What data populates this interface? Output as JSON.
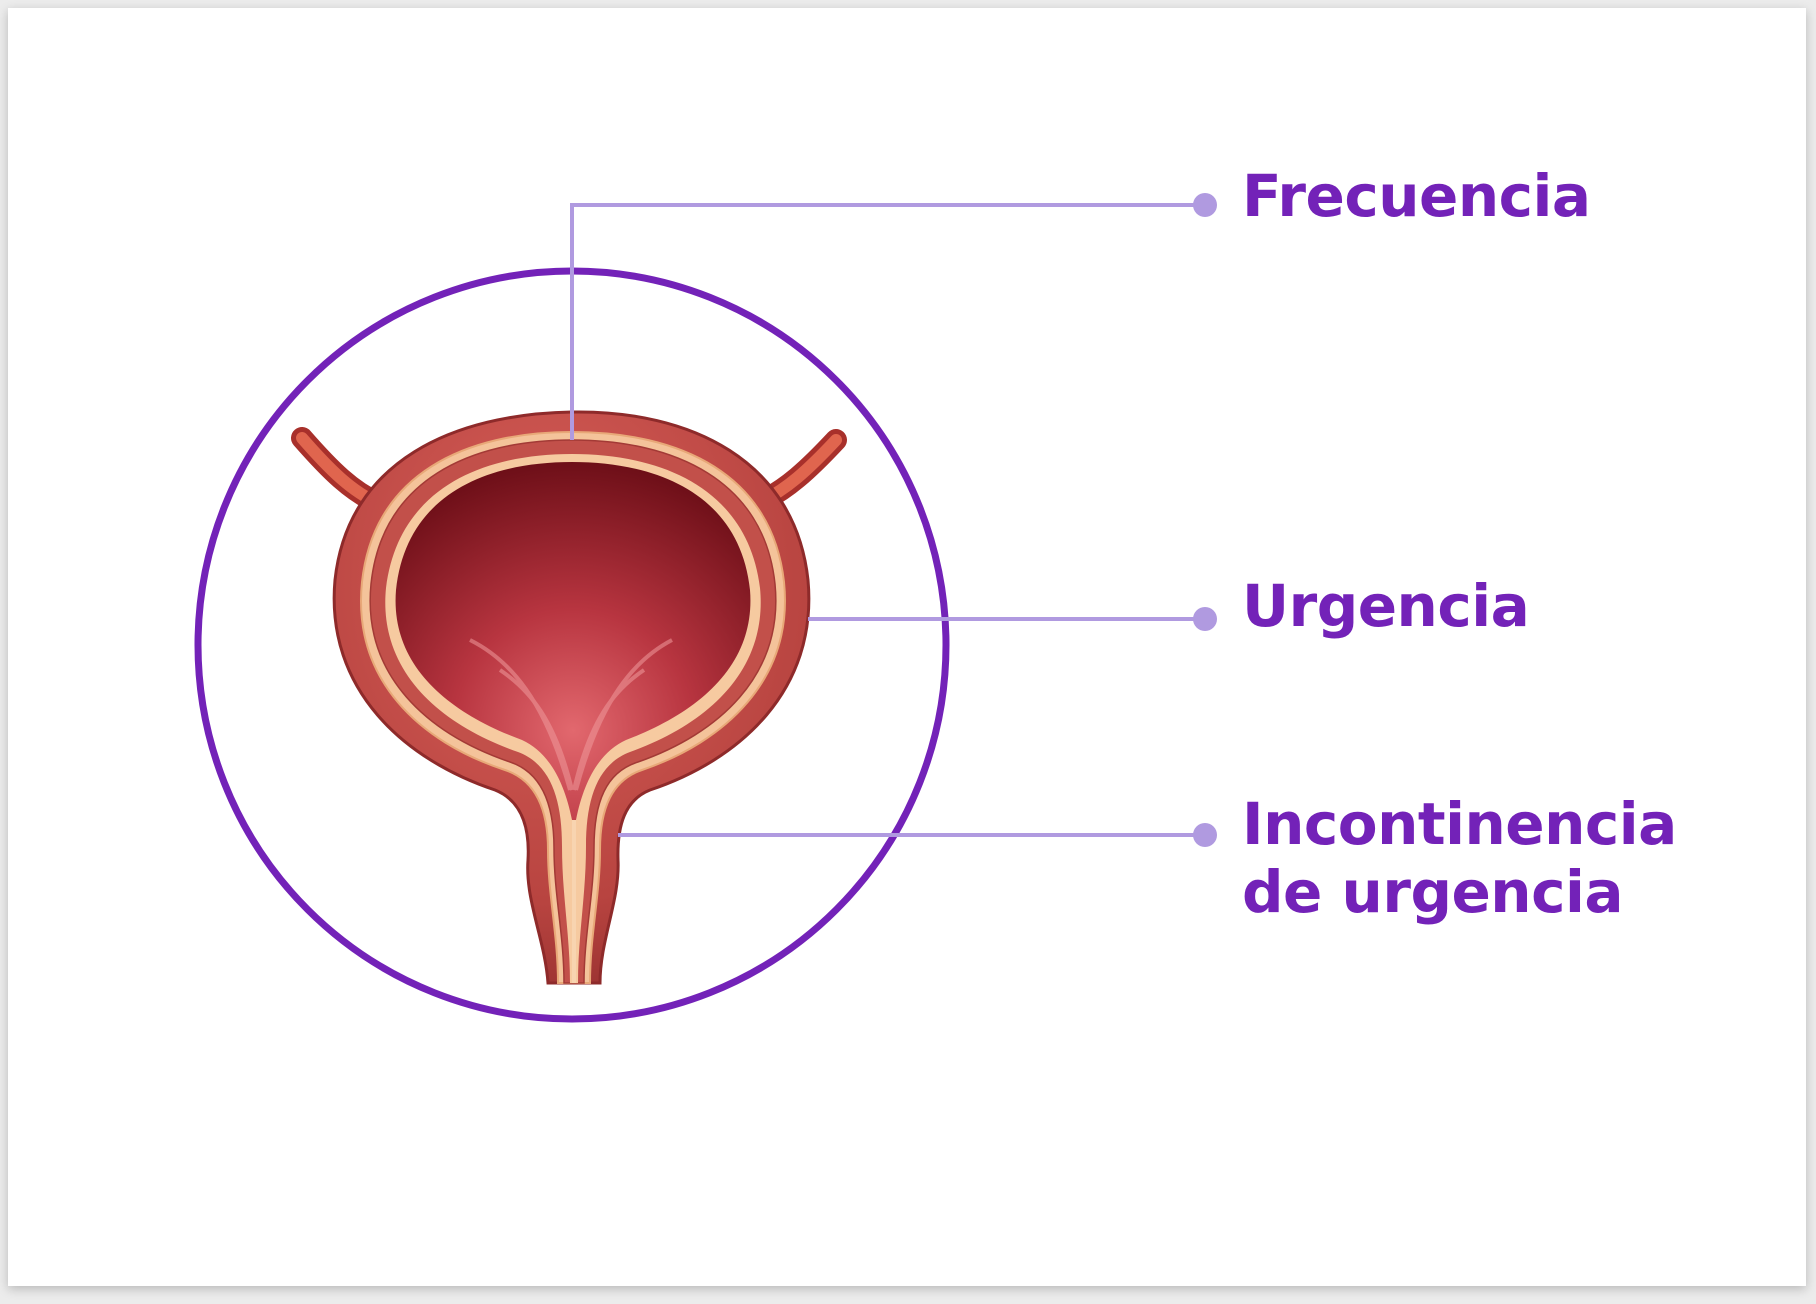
{
  "colors": {
    "accent": "#7322b8",
    "leader_line": "#b09ae0",
    "tissue": "#c8504a",
    "tissue_dark": "#8a1f22",
    "lining": "#f6caa0"
  },
  "labels": {
    "frecuencia": "Frecuencia",
    "urgencia": "Urgencia",
    "incontinencia_line1": "Incontinencia",
    "incontinencia_line2": "de urgencia"
  }
}
